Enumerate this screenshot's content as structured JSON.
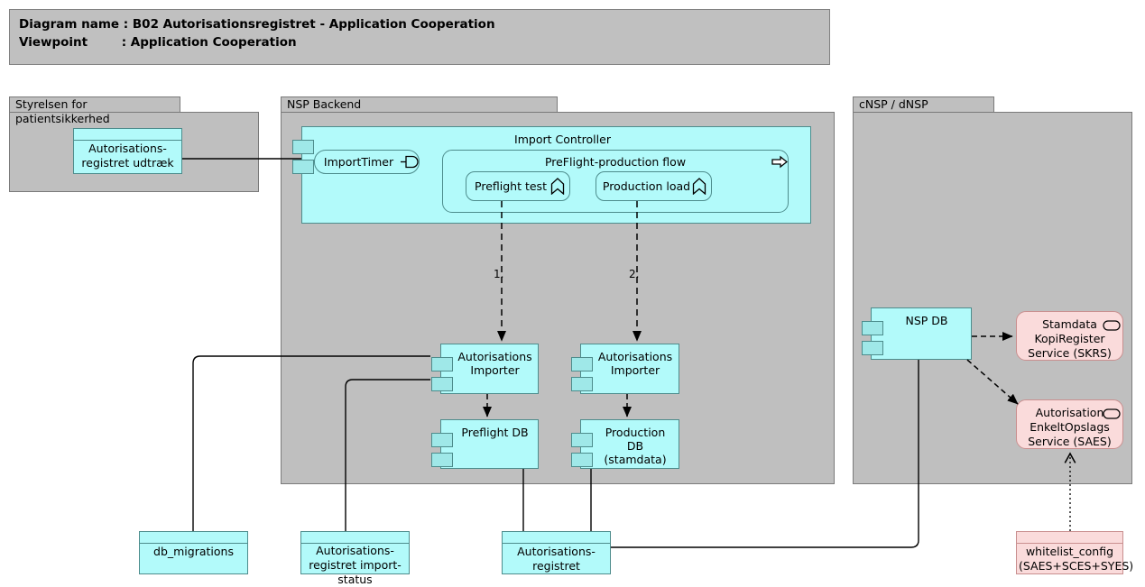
{
  "title": {
    "line1": "Diagram name : B02 Autorisationsregistret - Application Cooperation",
    "line2": "Viewpoint        : Application Cooperation"
  },
  "groups": [
    {
      "id": "styrelsen",
      "label": "Styrelsen for patientsikkerhed"
    },
    {
      "id": "nsp-backend",
      "label": "NSP Backend"
    },
    {
      "id": "cnsp-dnsp",
      "label": "cNSP / dNSP"
    }
  ],
  "elements": {
    "autorisationsregistret_udtraek": {
      "label": "Autorisations-\nregistret udtræk",
      "type": "data-object"
    },
    "import_controller": {
      "label": "Import Controller",
      "type": "application-component"
    },
    "import_timer": {
      "label": "ImportTimer",
      "type": "application-event",
      "icon": "event-icon"
    },
    "preflight_production_flow": {
      "label": "PreFlight-production flow",
      "type": "application-process",
      "icon": "process-arrow-icon"
    },
    "preflight_test": {
      "label": "Preflight test",
      "type": "application-function",
      "icon": "function-icon"
    },
    "production_load": {
      "label": "Production load",
      "type": "application-function",
      "icon": "function-icon"
    },
    "autorisations_importer_1": {
      "label": "Autorisations\nImporter",
      "type": "application-component"
    },
    "autorisations_importer_2": {
      "label": "Autorisations\nImporter",
      "type": "application-component"
    },
    "preflight_db": {
      "label": "Preflight DB",
      "type": "application-component"
    },
    "production_db": {
      "label": "Production DB\n(stamdata)",
      "type": "application-component"
    },
    "nsp_db": {
      "label": "NSP DB",
      "type": "application-component"
    },
    "skrs": {
      "label": "Stamdata\nKopiRegister\nService (SKRS)",
      "type": "application-service",
      "icon": "service-oval-icon"
    },
    "saes": {
      "label": "Autorisation\nEnkeltOpslags\nService (SAES)",
      "type": "application-service",
      "icon": "service-oval-icon"
    },
    "db_migrations": {
      "label": "db_migrations",
      "type": "data-object"
    },
    "import_status": {
      "label": "Autorisations-\nregistret import-\nstatus",
      "type": "data-object"
    },
    "autorisationsregistret": {
      "label": "Autorisations-\nregistret",
      "type": "data-object"
    },
    "whitelist_config": {
      "label": "whitelist_config\n(SAES+SCES+SYES)",
      "type": "data-object"
    }
  },
  "connector_labels": {
    "flow_step_1": "1.",
    "flow_step_2": "2."
  },
  "colors": {
    "application_fill": "#b2fafa",
    "application_stroke": "#4d8c8c",
    "service_fill": "#fadbdb",
    "service_stroke": "#c98f8f",
    "group_fill": "#bfbfbf",
    "group_stroke": "#7a7a7a",
    "title_fill": "#c0c0c0",
    "line": "#000000"
  }
}
